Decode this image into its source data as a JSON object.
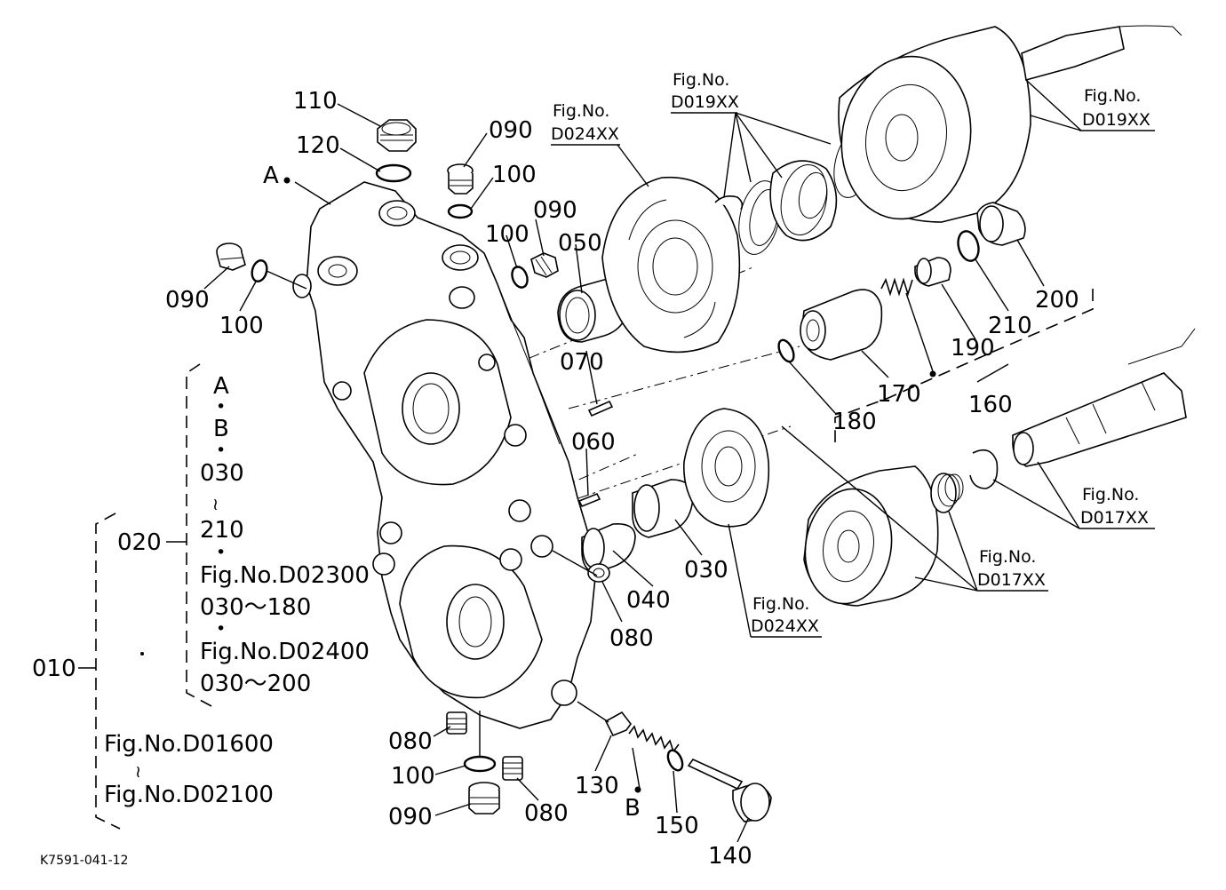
{
  "drawing_code": "K7591-041-12",
  "labels": {
    "p110": "110",
    "p120": "120",
    "p090_top": "090",
    "p100_top": "100",
    "p090_mid": "090",
    "p100_mid": "100",
    "p050": "050",
    "p090_left": "090",
    "p100_left": "100",
    "pA": "A",
    "p070": "070",
    "p060": "060",
    "p040": "040",
    "p030": "030",
    "p080_mid": "080",
    "p080_low": "080",
    "p100_low": "100",
    "p090_low": "090",
    "p080_low2": "080",
    "p130": "130",
    "pB": "B",
    "p150": "150",
    "p140": "140",
    "p170": "170",
    "p180": "180",
    "p160": "160",
    "p190": "190",
    "p210": "210",
    "p200": "200"
  },
  "fig_refs": {
    "d024_top_title": "Fig.No.",
    "d024_top_code": "D024XX",
    "d019_left_title": "Fig.No.",
    "d019_left_code": "D019XX",
    "d019_right_title": "Fig.No.",
    "d019_right_code": "D019XX",
    "d024_low_title": "Fig.No.",
    "d024_low_code": "D024XX",
    "d017_mid_title": "Fig.No.",
    "d017_mid_code": "D017XX",
    "d017_right_title": "Fig.No.",
    "d017_right_code": "D017XX"
  },
  "legend": {
    "item_010": "010",
    "item_020": "020",
    "line_A": "A",
    "dot1": "•",
    "line_B": "B",
    "dot2": "•",
    "line_030": "030",
    "tilde1": "≀",
    "line_210": "210",
    "dot3": "•",
    "line_fig_d02300": "Fig.No.D02300",
    "line_range_180": "030～180",
    "dot4": "•",
    "line_fig_d02400": "Fig.No.D02400",
    "line_range_200": "030～200",
    "dot5": "•",
    "line_fig_d01600": "Fig.No.D01600",
    "tilde2": "≀",
    "line_fig_d02100": "Fig.No.D02100"
  }
}
